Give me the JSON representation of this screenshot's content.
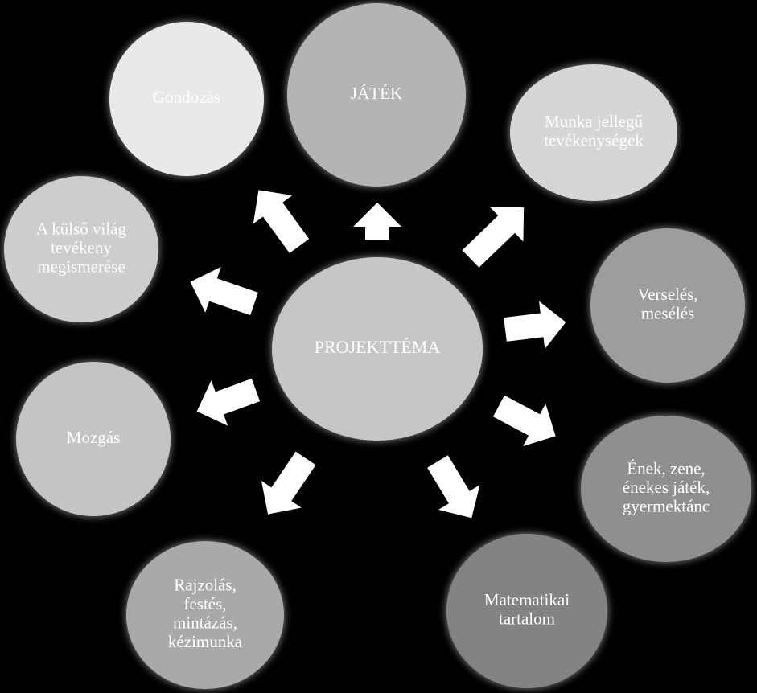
{
  "center": {
    "label": "PROJEKTTÉMA",
    "fill": "#c6c6c6"
  },
  "nodes": [
    {
      "id": "jatek",
      "lines": [
        "JÁTÉK"
      ],
      "fill": "#b4b4b4"
    },
    {
      "id": "munka",
      "lines": [
        "Munka jellegű",
        "tevékenységek"
      ],
      "fill": "#d6d6d6"
    },
    {
      "id": "verseles",
      "lines": [
        "Verselés,",
        "mesélés"
      ],
      "fill": "#9d9d9d"
    },
    {
      "id": "enek",
      "lines": [
        "Ének, zene,",
        "énekes játék,",
        "gyermektánc"
      ],
      "fill": "#8f8f8f",
      "text_color": "#000000"
    },
    {
      "id": "matematikai",
      "lines": [
        "Matematikai",
        "tartalom"
      ],
      "fill": "#838383",
      "text_color": "#000000"
    },
    {
      "id": "rajzolas",
      "lines": [
        "Rajzolás,",
        "festés,",
        "mintázás,",
        "kézimunka"
      ],
      "fill": "#a9a9a9",
      "text_color": "#000000"
    },
    {
      "id": "mozgas",
      "lines": [
        "Mozgás"
      ],
      "fill": "#c4c4c4"
    },
    {
      "id": "kulso",
      "lines": [
        "A külső világ",
        "tevékeny",
        "megismerése"
      ],
      "fill": "#cdcdcd"
    },
    {
      "id": "gondozas",
      "lines": [
        "Gondozás"
      ],
      "fill": "#e9e9e9"
    }
  ],
  "colors": {
    "background": "#000000",
    "arrow": "#ffffff",
    "label_light": "#ffffff",
    "glow": "#ffffff"
  }
}
